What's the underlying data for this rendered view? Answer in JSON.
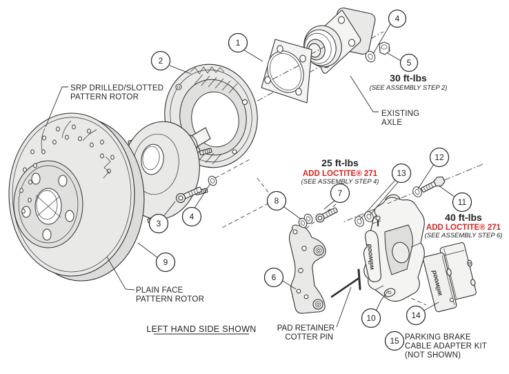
{
  "diagram": {
    "brand": "wilwood",
    "colors": {
      "accent_red": "#d6231f",
      "line_ink": "#2e2e2e",
      "metal_gray": "#e9e9e8"
    },
    "callouts": [
      {
        "n": "1"
      },
      {
        "n": "2"
      },
      {
        "n": "3"
      },
      {
        "n": "4"
      },
      {
        "n": "4"
      },
      {
        "n": "5"
      },
      {
        "n": "6"
      },
      {
        "n": "7"
      },
      {
        "n": "8"
      },
      {
        "n": "9"
      },
      {
        "n": "10"
      },
      {
        "n": "11"
      },
      {
        "n": "12"
      },
      {
        "n": "13"
      },
      {
        "n": "14"
      },
      {
        "n": "15"
      }
    ],
    "labels": {
      "srp_rotor": [
        "SRP DRILLED/SLOTTED",
        "PATTERN ROTOR"
      ],
      "plain_rotor": [
        "PLAIN FACE",
        "PATTERN ROTOR"
      ],
      "existing_axle": [
        "EXISTING",
        "AXLE"
      ],
      "left_hand_side": "LEFT HAND SIDE SHOWN",
      "pad_retainer": [
        "PAD RETAINER",
        "COTTER PIN"
      ],
      "parking_brake": [
        "PARKING BRAKE",
        "CABLE ADAPTER KIT",
        "(NOT SHOWN)"
      ]
    },
    "torque_notes": {
      "axle_nut": {
        "torque": "30 ft-lbs",
        "step_note": "(SEE ASSEMBLY STEP 2)"
      },
      "bracket_bolts": {
        "torque": "25 ft-lbs",
        "loctite": "ADD LOCTITE® 271",
        "step_note": "(SEE ASSEMBLY STEP 4)"
      },
      "caliper_bolts": {
        "torque": "40 ft-lbs",
        "loctite": "ADD LOCTITE® 271",
        "step_note": "(SEE ASSEMBLY STEP 6)"
      }
    }
  }
}
